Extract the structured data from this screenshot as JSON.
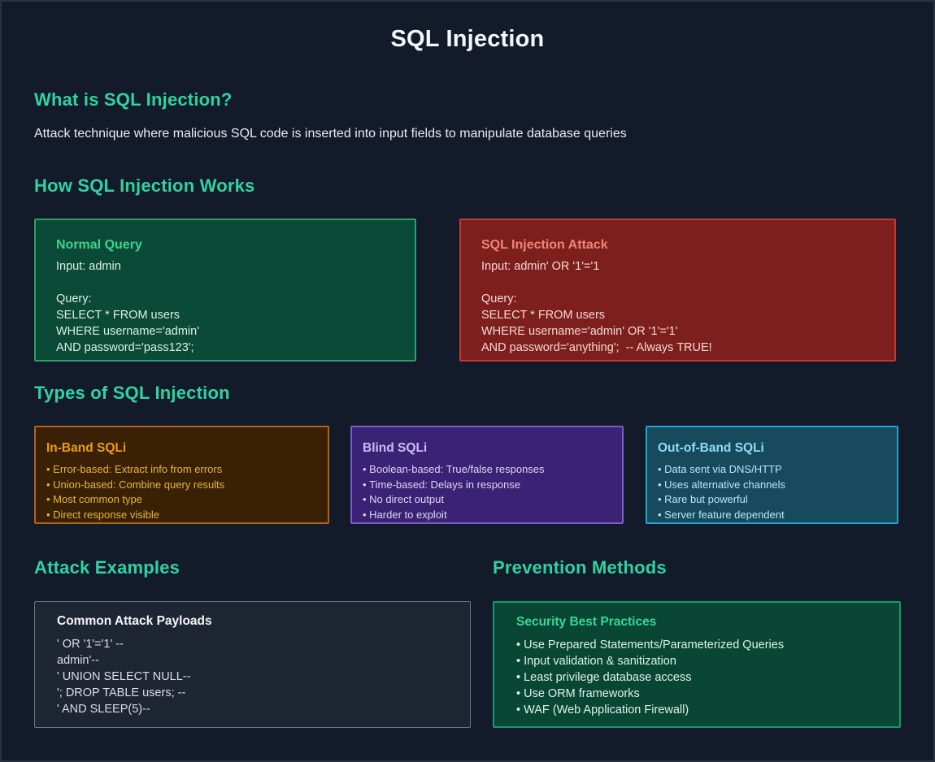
{
  "page": {
    "title": "SQL Injection"
  },
  "sections": {
    "what": {
      "heading": "What is SQL Injection?",
      "body": "Attack technique where malicious SQL code is inserted into input fields to manipulate database queries"
    },
    "how": {
      "heading": "How SQL Injection Works",
      "normal": {
        "title": "Normal Query",
        "lines": [
          "Input: admin",
          "",
          "Query:",
          "SELECT * FROM users",
          "WHERE username='admin'",
          "AND password='pass123';"
        ]
      },
      "attack": {
        "title": "SQL Injection Attack",
        "lines": [
          "Input: admin' OR '1'='1",
          "",
          "Query:",
          "SELECT * FROM users",
          "WHERE username='admin' OR '1'='1'",
          "AND password='anything';  -- Always TRUE!"
        ]
      }
    },
    "types": {
      "heading": "Types of SQL Injection",
      "cards": [
        {
          "title": "In-Band SQLi",
          "bullets": [
            "Error-based: Extract info from errors",
            "Union-based: Combine query results",
            "Most common type",
            "Direct response visible"
          ]
        },
        {
          "title": "Blind SQLi",
          "bullets": [
            "Boolean-based: True/false responses",
            "Time-based: Delays in response",
            "No direct output",
            "Harder to exploit"
          ]
        },
        {
          "title": "Out-of-Band SQLi",
          "bullets": [
            "Data sent via DNS/HTTP",
            "Uses alternative channels",
            "Rare but powerful",
            "Server feature dependent"
          ]
        }
      ]
    },
    "examples": {
      "heading": "Attack Examples",
      "card_title": "Common Attack Payloads",
      "lines": [
        "' OR '1'='1' --",
        "admin'--",
        "' UNION SELECT NULL--",
        "'; DROP TABLE users; --",
        "' AND SLEEP(5)--"
      ]
    },
    "prevention": {
      "heading": "Prevention Methods",
      "card_title": "Security Best Practices",
      "bullets": [
        "Use Prepared Statements/Parameterized Queries",
        "Input validation & sanitization",
        "Least privilege database access",
        "Use ORM frameworks",
        "WAF (Web Application Firewall)"
      ]
    }
  },
  "colors": {
    "background": "#131a29",
    "heading_accent": "#2fd3a2",
    "title_text": "#f5f7fa",
    "normal_box": {
      "bg": "#0b4a37",
      "border": "#2f9e6f",
      "title": "#3bd48f",
      "text": "#dcf0e5"
    },
    "attack_box": {
      "bg": "#7d201d",
      "border": "#c23a30",
      "title": "#ef837a",
      "text": "#f7d8d4"
    },
    "inband_box": {
      "bg": "#3a2106",
      "border": "#b06514",
      "title": "#ef9b10",
      "text": "#e7b63c"
    },
    "blind_box": {
      "bg": "#3a2375",
      "border": "#7a5dcb",
      "title": "#c9bcfa",
      "text": "#ddd6f8"
    },
    "outofband_box": {
      "bg": "#174a5d",
      "border": "#1ea3d3",
      "title": "#8edbf5",
      "text": "#b6e8f9"
    },
    "payloads_box": {
      "bg": "#1e2533",
      "border": "#6f7685",
      "title": "#f5f6f8",
      "text": "#dbdfe6"
    },
    "practices_box": {
      "bg": "#0a4634",
      "border": "#13996d",
      "title": "#36d69c",
      "text": "#d9f4e7"
    }
  }
}
